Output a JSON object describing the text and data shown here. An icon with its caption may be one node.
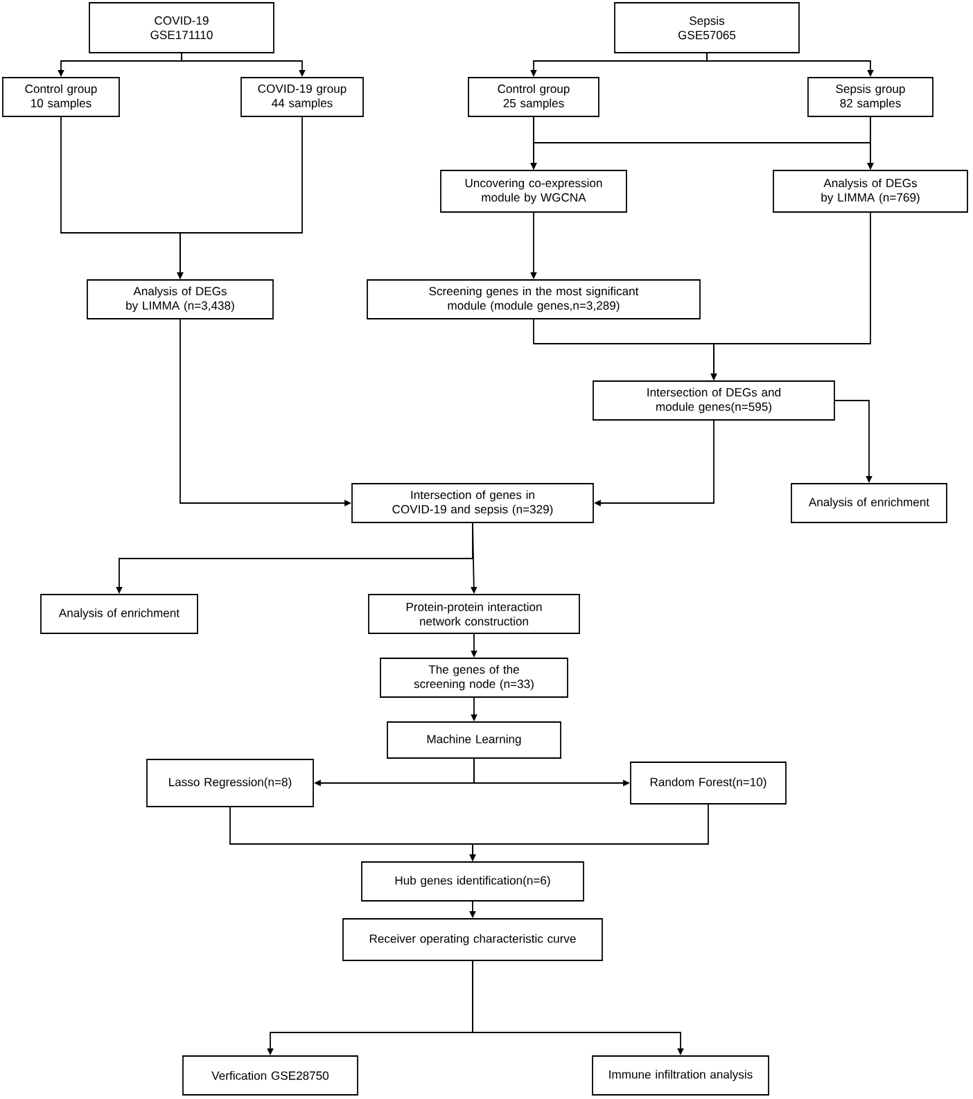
{
  "diagram": {
    "nodes": [
      {
        "text": [
          "COVID-19",
          "GSE171110"
        ]
      },
      {
        "text": [
          "Control group",
          "10 samples"
        ]
      },
      {
        "text": [
          "COVID-19 group",
          "44 samples"
        ]
      },
      {
        "text": [
          "Sepsis",
          "GSE57065"
        ]
      },
      {
        "text": [
          "Control group",
          "25 samples"
        ]
      },
      {
        "text": [
          "Sepsis group",
          "82 samples"
        ]
      },
      {
        "text": [
          "Uncovering co-expression module by WGCNA"
        ]
      },
      {
        "text": [
          "Analysis of DEGs by LIMMA (n=769)"
        ]
      },
      {
        "text": [
          "Analysis of DEGs by LIMMA (n=3,438)"
        ]
      },
      {
        "text": [
          "Screening genes in the most significant module (module genes,n=3,289)"
        ]
      },
      {
        "text": [
          "Intersection of DEGs and module genes(n=595)"
        ]
      },
      {
        "text": [
          "Intersection of genes in COVID-19 and sepsis (n=329)"
        ]
      },
      {
        "text": [
          "Analysis of enrichment"
        ]
      },
      {
        "text": [
          "Analysis of enrichment"
        ]
      },
      {
        "text": [
          "Protein-protein interaction network construction"
        ]
      },
      {
        "text": [
          "The genes of the screening node (n=33)"
        ]
      },
      {
        "text": [
          "Machine Learning"
        ]
      },
      {
        "text": [
          "Lasso Regression(n=8)"
        ]
      },
      {
        "text": [
          "Random Forest(n=10)"
        ]
      },
      {
        "text": [
          "Hub genes identification(n=6)"
        ]
      },
      {
        "text": [
          "Receiver operating characteristic curve"
        ]
      },
      {
        "text": [
          "Verfication GSE28750"
        ]
      },
      {
        "text": [
          "Immune infiltration analysis"
        ]
      }
    ],
    "edges": [
      {
        "from": 0,
        "to": 1,
        "arrow": "to"
      },
      {
        "from": 0,
        "to": 2,
        "arrow": "to"
      },
      {
        "from": 1,
        "to": 8,
        "arrow": "to"
      },
      {
        "from": 2,
        "to": 8,
        "arrow": "to"
      },
      {
        "from": 3,
        "to": 4,
        "arrow": "to"
      },
      {
        "from": 3,
        "to": 5,
        "arrow": "to"
      },
      {
        "from": 4,
        "to": 6,
        "arrow": "to"
      },
      {
        "from": 4,
        "to": 7,
        "arrow": "to"
      },
      {
        "from": 5,
        "to": 6,
        "arrow": "to"
      },
      {
        "from": 5,
        "to": 7,
        "arrow": "to"
      },
      {
        "from": 6,
        "to": 9,
        "arrow": "to"
      },
      {
        "from": 9,
        "to": 10,
        "arrow": "to"
      },
      {
        "from": 7,
        "to": 10,
        "arrow": "to"
      },
      {
        "from": 8,
        "to": 11,
        "arrow": "to"
      },
      {
        "from": 10,
        "to": 11,
        "arrow": "to"
      },
      {
        "from": 10,
        "to": 12,
        "arrow": "to"
      },
      {
        "from": 11,
        "to": 13,
        "arrow": "to"
      },
      {
        "from": 11,
        "to": 14,
        "arrow": "to"
      },
      {
        "from": 14,
        "to": 15,
        "arrow": "to"
      },
      {
        "from": 15,
        "to": 16,
        "arrow": "to"
      },
      {
        "from": 16,
        "to": 17,
        "arrow": "to"
      },
      {
        "from": 16,
        "to": 18,
        "arrow": "to"
      },
      {
        "from": 17,
        "to": 19,
        "arrow": "to"
      },
      {
        "from": 18,
        "to": 19,
        "arrow": "to"
      },
      {
        "from": 19,
        "to": 20,
        "arrow": "to"
      },
      {
        "from": 20,
        "to": 21,
        "arrow": "to"
      },
      {
        "from": 20,
        "to": 22,
        "arrow": "to"
      }
    ]
  }
}
